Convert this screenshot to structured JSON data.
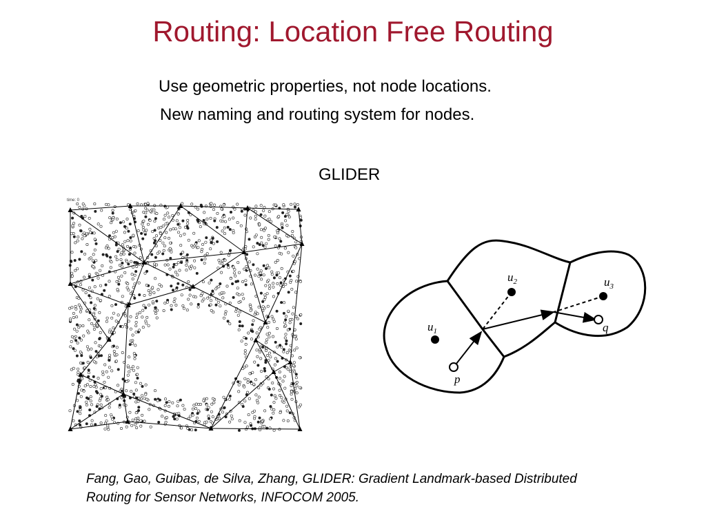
{
  "slide": {
    "title": "Routing: Location Free Routing",
    "bullets": [
      "Use geometric properties, not node locations.",
      "New naming and routing system for nodes."
    ],
    "subtitle": "GLIDER",
    "citation": [
      "Fang, Gao, Guibas, de Silva, Zhang, GLIDER: Gradient Landmark-based Distributed",
      "Routing for Sensor Networks, INFOCOM 2005."
    ]
  },
  "figure_left": {
    "time_label": "time: 0"
  },
  "figure_right": {
    "labels": {
      "u1": "u",
      "u1_sub": "1",
      "u2": "u",
      "u2_sub": "2",
      "u3": "u",
      "u3_sub": "3",
      "p": "p",
      "q": "q"
    }
  },
  "colors": {
    "title": "#a0182e",
    "text": "#000000"
  }
}
